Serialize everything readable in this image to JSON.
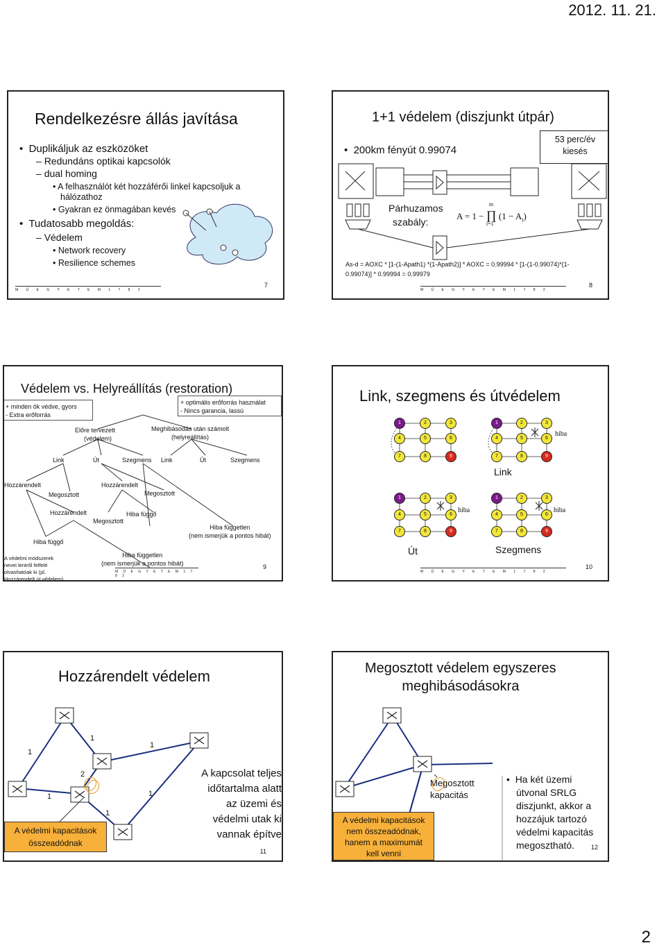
{
  "header": {
    "date": "2012. 11. 21."
  },
  "page_number": "2",
  "footer_letters": "M Ű E G Y E T E M   1 7 8 2",
  "s7": {
    "title": "Rendelkezésre állás javítása",
    "b1": "Duplikáljuk az eszközöket",
    "b2": "Redundáns optikai kapcsolók",
    "b3": "dual homing",
    "b4a": "A felhasználót két hozzáférői linkel kapcsoljuk a",
    "b4b": "hálózathoz",
    "b5": "Gyakran ez önmagában kevés",
    "b6": "Tudatosabb megoldás:",
    "b7": "Védelem",
    "b8": "Network recovery",
    "b9": "Resilience schemes",
    "num": "7"
  },
  "s8": {
    "title": "1+1 védelem (diszjunkt útpár)",
    "bullet": "200km fényút 0.99074",
    "callout1": "53 perc/év",
    "callout2": "kiesés",
    "rule1": "Párhuzamos",
    "rule2": "szabály:",
    "formula_a": "A = 1 −",
    "formula_prod": "∏",
    "formula_m": "m",
    "formula_i": "i=1",
    "formula_b": "(1 − A",
    "formula_sub": "i",
    "formula_c": ")",
    "eq1": "As-d = AOXC * [1-(1-Apath1) *(1-Apath2)] * AOXC = 0.99994 * [1-(1-0.99074)*(1-",
    "eq2": "0.99074)] * 0.99994 = 0.99979",
    "num": "8"
  },
  "s9": {
    "title": "Védelem vs. Helyreállítás (restoration)",
    "left1": "+ minden ök védve, gyors",
    "left2": "- Extra erőforrás",
    "right1": "+ optimális erőforrás használat",
    "right2": "- Nincs garancia, lassú",
    "pre1": "Előre tervezett",
    "pre2": "(védelem)",
    "post1": "Meghibásodás után számolt",
    "post2": "(helyreállítás)",
    "lvl2": [
      "Link",
      "Út",
      "Szegmens",
      "Link",
      "Út",
      "Szegmens"
    ],
    "h1": "Hozzárendelt",
    "m1": "Megosztott",
    "h2": "Hozzárendelt",
    "m2": "Megosztott",
    "h3": "Hozzárendelt",
    "m3": "Megosztott",
    "hf1": "Hiba függő",
    "hf2": "Hiba függő",
    "hfl1": "Hiba független",
    "hfl1b": "(nem ismerjük a pontos hibát)",
    "hfl2": "Hiba független",
    "hfl2b": "(nem ismerjük a pontos hibát)",
    "note1": "A védelmi módszerek",
    "note2": "nevei lentről felfelé",
    "note3": "olvashatóak ki (pl.",
    "note4": "Hozzárendelt  út védelem)",
    "num": "9"
  },
  "s10": {
    "title": "Link, szegmens és útvédelem",
    "hiba": "hiba",
    "link": "Link",
    "ut": "Út",
    "szegmens": "Szegmens",
    "nodes": [
      "1",
      "2",
      "3",
      "4",
      "5",
      "6",
      "7",
      "8",
      "9"
    ],
    "num": "10"
  },
  "s11": {
    "title": "Hozzárendelt védelem",
    "labels": [
      "1",
      "1",
      "1",
      "1",
      "2",
      "1",
      "1"
    ],
    "box1": "A védelmi kapacitások",
    "box2": "összeadódnak",
    "t1": "A kapcsolat teljes",
    "t2": "időtartalma alatt",
    "t3": "az üzemi és",
    "t4": "védelmi utak ki",
    "t5": "vannak építve",
    "num": "11"
  },
  "s12": {
    "title1": "Megosztott védelem egyszeres",
    "title2": "meghibásodásokra",
    "cap1": "Megosztott",
    "cap2": "kapacitás",
    "box1": "A védelmi kapacitások",
    "box2": "nem összeadódnak,",
    "box3": "hanem a maximumát",
    "box4": "kell venni",
    "b1": "Ha  két üzemi",
    "b2": "útvonal SRLG",
    "b3": "diszjunkt, akkor a",
    "b4": "hozzájuk tartozó",
    "b5": "védelmi kapacitás",
    "b6": "megosztható.",
    "num": "12"
  },
  "colors": {
    "yellow": "#f2e63a",
    "purple": "#7a1a8a",
    "red": "#d52b1e",
    "box_orange": "#f7b03a",
    "cloud": "#cfe9f7"
  }
}
